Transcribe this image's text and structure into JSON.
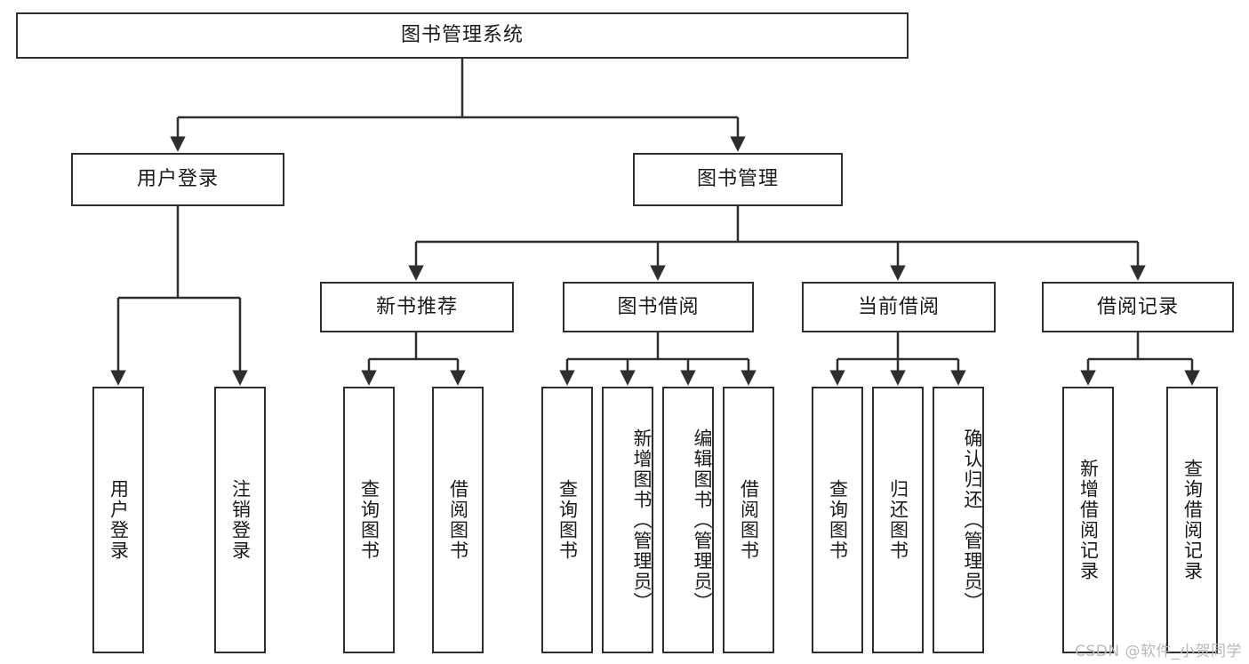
{
  "diagram": {
    "title": "图书管理系统",
    "type": "tree",
    "watermark": "CSDN @软件_小贺同学",
    "colors": {
      "stroke": "#2e2e2e",
      "fill": "#ffffff",
      "text": "#1a1a1a",
      "watermark": "#b9b9b9"
    },
    "nodes": {
      "root": {
        "label": "图书管理系统",
        "level": 0,
        "orientation": "horizontal"
      },
      "user_login": {
        "label": "用户登录",
        "level": 1,
        "orientation": "horizontal"
      },
      "book_manage": {
        "label": "图书管理",
        "level": 1,
        "orientation": "horizontal"
      },
      "new_book_rec": {
        "label": "新书推荐",
        "level": 2,
        "orientation": "horizontal"
      },
      "book_borrow": {
        "label": "图书借阅",
        "level": 2,
        "orientation": "horizontal"
      },
      "current_borrow": {
        "label": "当前借阅",
        "level": 2,
        "orientation": "horizontal"
      },
      "borrow_record": {
        "label": "借阅记录",
        "level": 2,
        "orientation": "horizontal"
      },
      "leaf_user_login": {
        "label": "用户登录",
        "level": 3,
        "orientation": "vertical"
      },
      "leaf_logout": {
        "label": "注销登录",
        "level": 3,
        "orientation": "vertical"
      },
      "leaf_query_book_1": {
        "label": "查询图书",
        "level": 3,
        "orientation": "vertical"
      },
      "leaf_borrow_book_1": {
        "label": "借阅图书",
        "level": 3,
        "orientation": "vertical"
      },
      "leaf_query_book_2": {
        "label": "查询图书",
        "level": 3,
        "orientation": "vertical"
      },
      "leaf_add_book": {
        "label": "新增图书（管理员）",
        "level": 3,
        "orientation": "vertical"
      },
      "leaf_edit_book": {
        "label": "编辑图书（管理员）",
        "level": 3,
        "orientation": "vertical"
      },
      "leaf_borrow_book_2": {
        "label": "借阅图书",
        "level": 3,
        "orientation": "vertical"
      },
      "leaf_query_book_3": {
        "label": "查询图书",
        "level": 3,
        "orientation": "vertical"
      },
      "leaf_return_book": {
        "label": "归还图书",
        "level": 3,
        "orientation": "vertical"
      },
      "leaf_confirm_return": {
        "label": "确认归还（管理员）",
        "level": 3,
        "orientation": "vertical"
      },
      "leaf_add_record": {
        "label": "新增借阅记录",
        "level": 3,
        "orientation": "vertical"
      },
      "leaf_query_record": {
        "label": "查询借阅记录",
        "level": 3,
        "orientation": "vertical"
      }
    },
    "edges": [
      {
        "from": "root",
        "to": "user_login"
      },
      {
        "from": "root",
        "to": "book_manage"
      },
      {
        "from": "user_login",
        "to": "leaf_user_login"
      },
      {
        "from": "user_login",
        "to": "leaf_logout"
      },
      {
        "from": "book_manage",
        "to": "new_book_rec"
      },
      {
        "from": "book_manage",
        "to": "book_borrow"
      },
      {
        "from": "book_manage",
        "to": "current_borrow"
      },
      {
        "from": "book_manage",
        "to": "borrow_record"
      },
      {
        "from": "new_book_rec",
        "to": "leaf_query_book_1"
      },
      {
        "from": "new_book_rec",
        "to": "leaf_borrow_book_1"
      },
      {
        "from": "book_borrow",
        "to": "leaf_query_book_2"
      },
      {
        "from": "book_borrow",
        "to": "leaf_add_book"
      },
      {
        "from": "book_borrow",
        "to": "leaf_edit_book"
      },
      {
        "from": "book_borrow",
        "to": "leaf_borrow_book_2"
      },
      {
        "from": "current_borrow",
        "to": "leaf_query_book_3"
      },
      {
        "from": "current_borrow",
        "to": "leaf_return_book"
      },
      {
        "from": "current_borrow",
        "to": "leaf_confirm_return"
      },
      {
        "from": "borrow_record",
        "to": "leaf_add_record"
      },
      {
        "from": "borrow_record",
        "to": "leaf_query_record"
      }
    ]
  }
}
